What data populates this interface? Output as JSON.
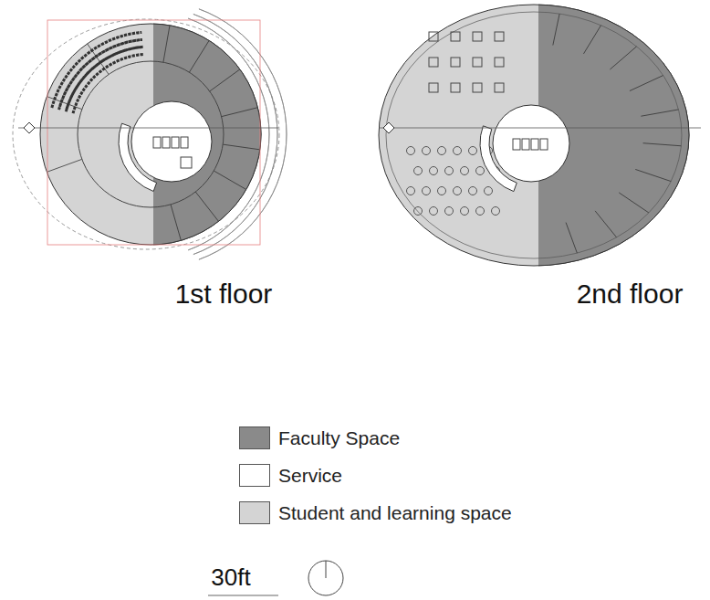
{
  "diagram": {
    "labels": [
      "1st floor",
      "2nd floor",
      "30ft"
    ],
    "legend": [
      {
        "text": "Faculty Space",
        "color": "#8a8a8a"
      },
      {
        "text": "Service",
        "color": "#ffffff"
      },
      {
        "text": "Student and learning space",
        "color": "#d4d4d4"
      }
    ]
  }
}
